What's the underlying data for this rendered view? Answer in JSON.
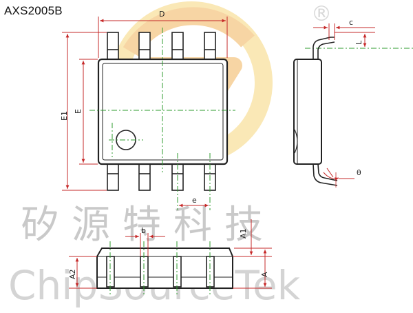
{
  "part_number": "AXS2005B",
  "registered_mark": "®",
  "watermark": {
    "chinese": "矽源特科技",
    "english": "ChipSourceTek"
  },
  "dimension_labels": {
    "D": "D",
    "E1": "E1",
    "E": "E",
    "e": "e",
    "b": "b",
    "A1": "A1",
    "A2": "A2",
    "A": "A",
    "c": "c",
    "L": "L",
    "theta": "θ"
  },
  "colors": {
    "outline": "#222222",
    "dimension": "#c62828",
    "centerline": "#2e9b2e",
    "logo_orange": "#f2b35a",
    "logo_yellow": "#f6d77c",
    "watermark_text": "#cfcfcf"
  }
}
